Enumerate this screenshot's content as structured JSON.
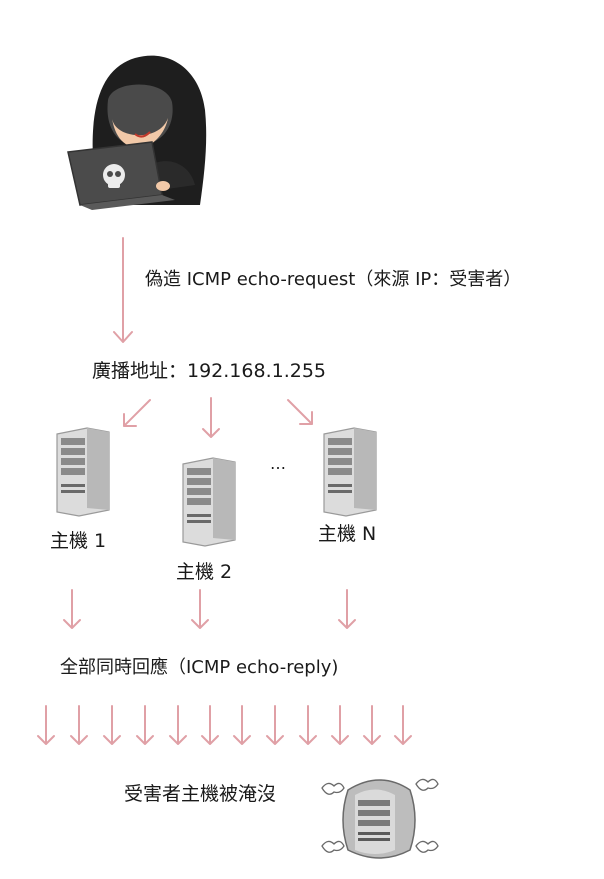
{
  "attacker": {
    "icon": "hooded-hacker-with-skull-laptop"
  },
  "step1_label": "偽造 ICMP echo-request（來源 IP：受害者）",
  "broadcast_label": "廣播地址：192.168.1.255",
  "hosts": [
    {
      "label": "主機 1",
      "icon": "server-tower"
    },
    {
      "label": "主機 2",
      "icon": "server-tower"
    },
    {
      "label": "主機 N",
      "icon": "server-tower"
    }
  ],
  "ellipsis": "…",
  "reply_label": "全部同時回應（ICMP echo-reply)",
  "victim_label": "受害者主機被淹沒",
  "victim_icon": "overwhelmed-server",
  "colors": {
    "arrow": "#e0a0a6",
    "text": "#1a1a1a",
    "server_body": "#e9e9e9",
    "server_dark": "#8a8a8a"
  }
}
